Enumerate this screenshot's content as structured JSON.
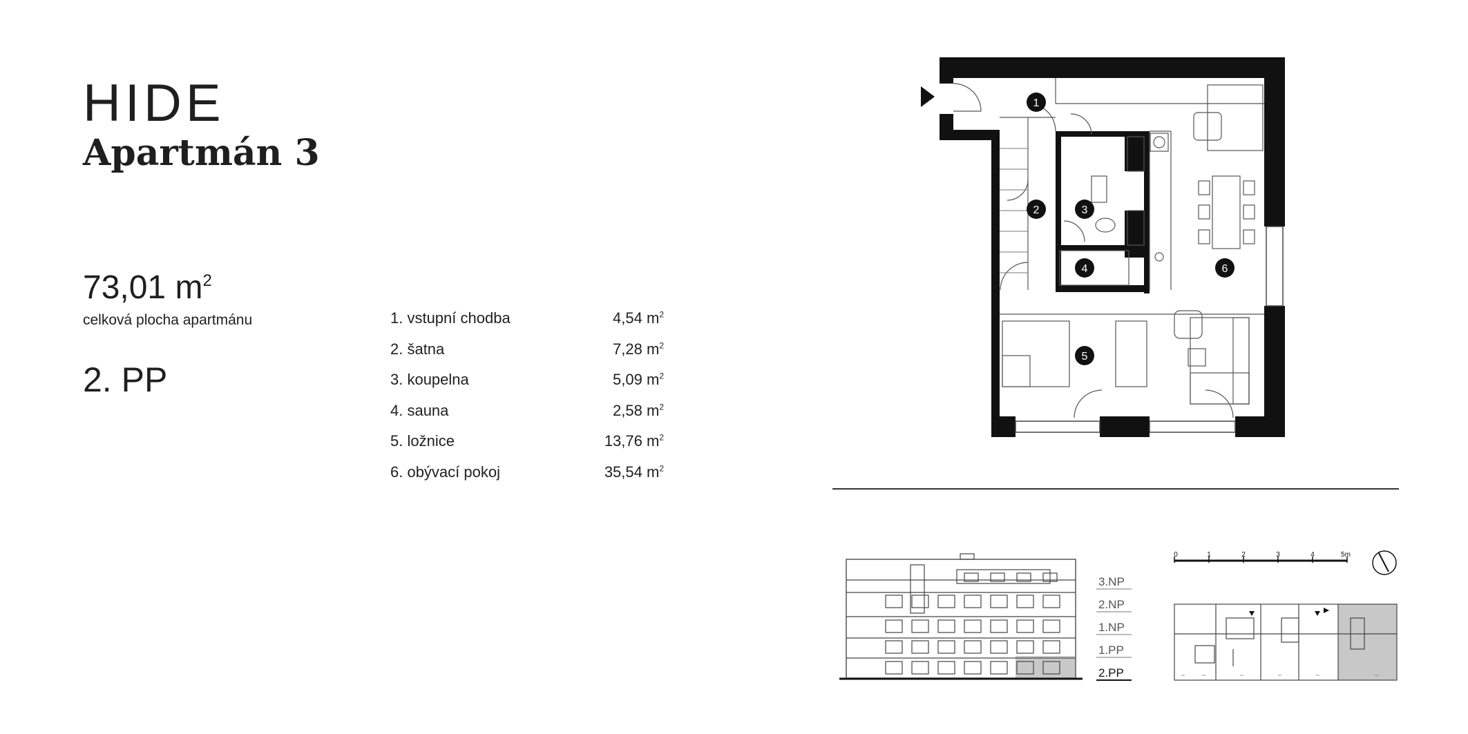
{
  "brand": "HIDE",
  "apartment": "Apartmán 3",
  "area": {
    "value": "73,01 m",
    "sup": "2",
    "label": "celková plocha apartmánu"
  },
  "floor": "2. PP",
  "rooms": [
    {
      "name": "1. vstupní chodba",
      "area": "4,54 m",
      "sup": "2"
    },
    {
      "name": "2. šatna",
      "area": "7,28 m",
      "sup": "2"
    },
    {
      "name": "3. koupelna",
      "area": "5,09 m",
      "sup": "2"
    },
    {
      "name": "4. sauna",
      "area": "2,58 m",
      "sup": "2"
    },
    {
      "name": "5. ložnice",
      "area": "13,76 m",
      "sup": "2"
    },
    {
      "name": "6. obývací pokoj",
      "area": "35,54 m",
      "sup": "2"
    }
  ],
  "plan_markers": [
    "1",
    "2",
    "3",
    "4",
    "5",
    "6"
  ],
  "floor_labels": [
    "3.NP",
    "2.NP",
    "1.NP",
    "1.PP",
    "2.PP"
  ],
  "scale": {
    "ticks": [
      "0",
      "1",
      "2",
      "3",
      "4",
      "5m"
    ]
  },
  "colors": {
    "wall": "#111111",
    "text": "#1f1f1f",
    "highlight": "#c8c8c8"
  }
}
